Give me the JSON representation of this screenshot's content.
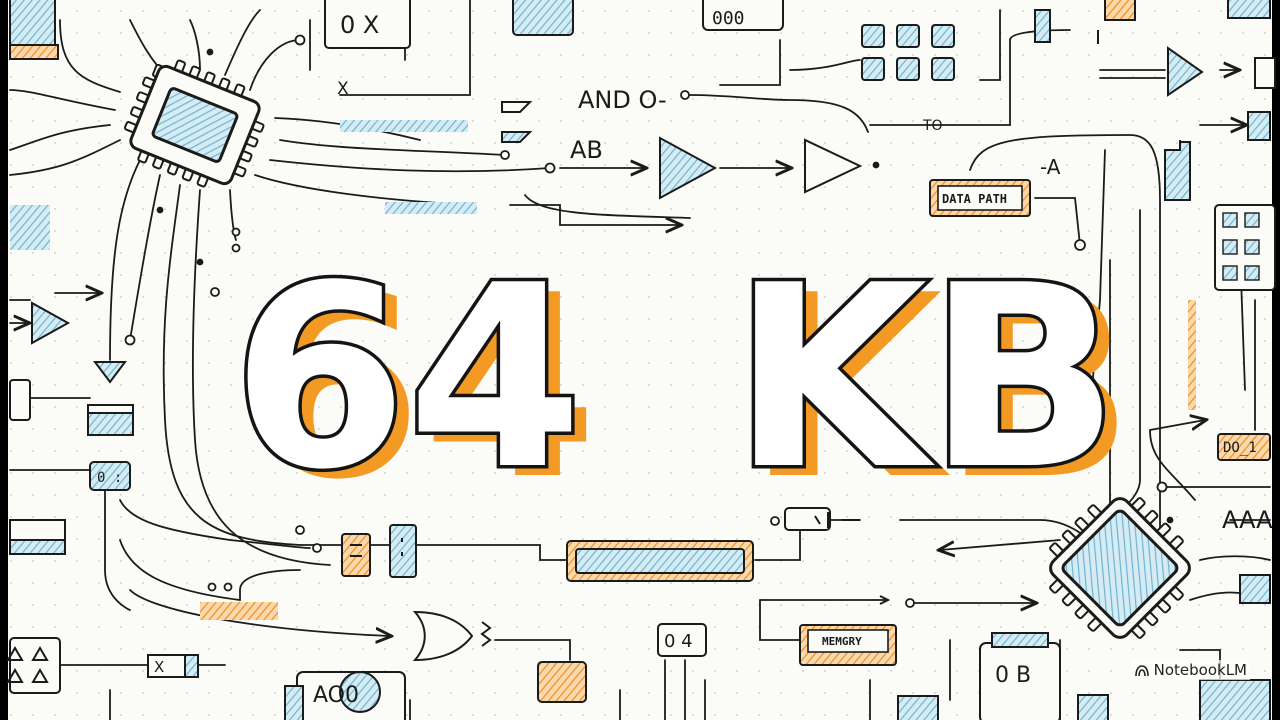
{
  "headline": {
    "left": "64",
    "right": "KB"
  },
  "labels": {
    "and_gate": "AND O-",
    "ab": "AB",
    "to": "TO",
    "data_path": "DATA PATH",
    "minus_a": "-A",
    "x_top": "X",
    "zero_x": "0 X",
    "ooo": "000",
    "do_1": "DO_1",
    "aaa": "AAA",
    "memory": "MEMGRY",
    "zero_four": "0 4",
    "ao_zero": "AO0",
    "zero_b": "0 B",
    "x_box": "X",
    "zero_small": "0 :"
  },
  "watermark": {
    "text": "NotebookLM"
  },
  "colors": {
    "orange": "#f39a25",
    "blue": "#8fc8dc",
    "ink": "#1b1b1b",
    "background": "#fbfbf8"
  }
}
